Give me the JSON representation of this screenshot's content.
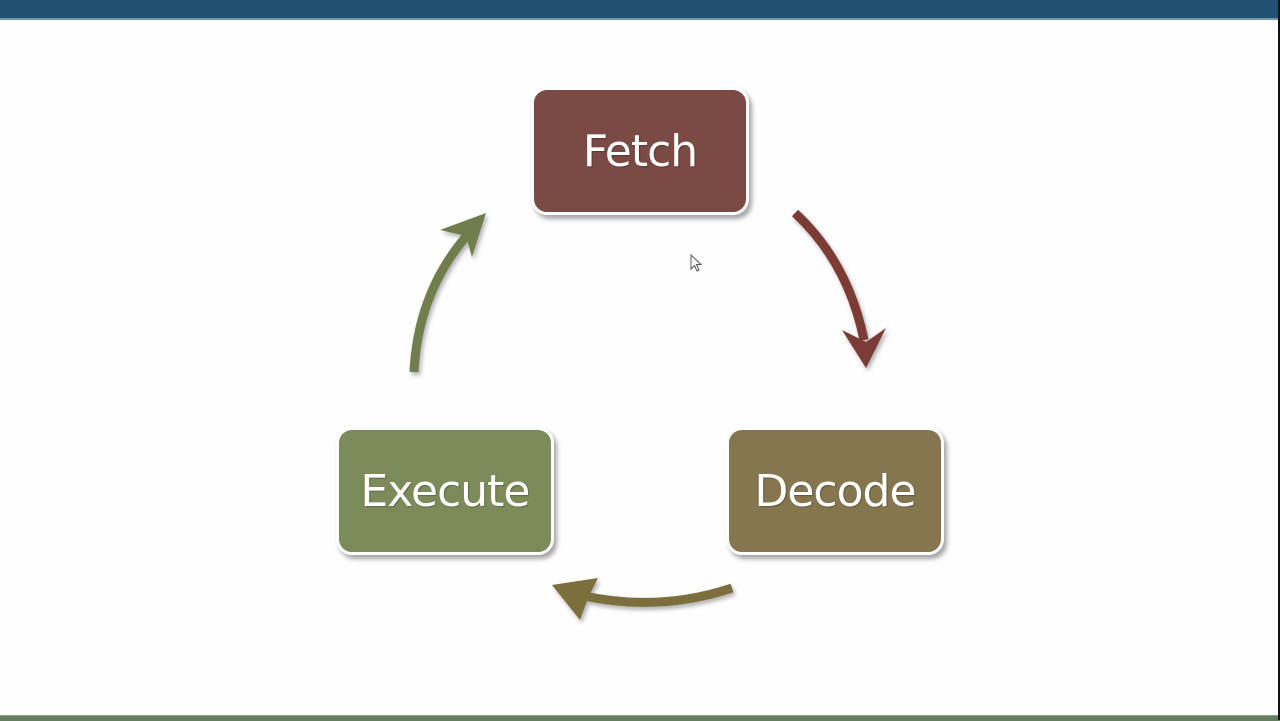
{
  "diagram": {
    "type": "cycle",
    "nodes": [
      {
        "id": "fetch",
        "label": "Fetch",
        "color": "#7b4a45",
        "position": "top"
      },
      {
        "id": "decode",
        "label": "Decode",
        "color": "#857650",
        "position": "bottom-right"
      },
      {
        "id": "execute",
        "label": "Execute",
        "color": "#7d8b5a",
        "position": "bottom-left"
      }
    ],
    "edges": [
      {
        "from": "fetch",
        "to": "decode",
        "color": "#7b3b36"
      },
      {
        "from": "decode",
        "to": "execute",
        "color": "#7d6e3d"
      },
      {
        "from": "execute",
        "to": "fetch",
        "color": "#6f7d4e"
      }
    ]
  },
  "theme": {
    "top_bar_color": "#225073",
    "bottom_bar_color": "#657e5f",
    "background": "#fefefe"
  }
}
